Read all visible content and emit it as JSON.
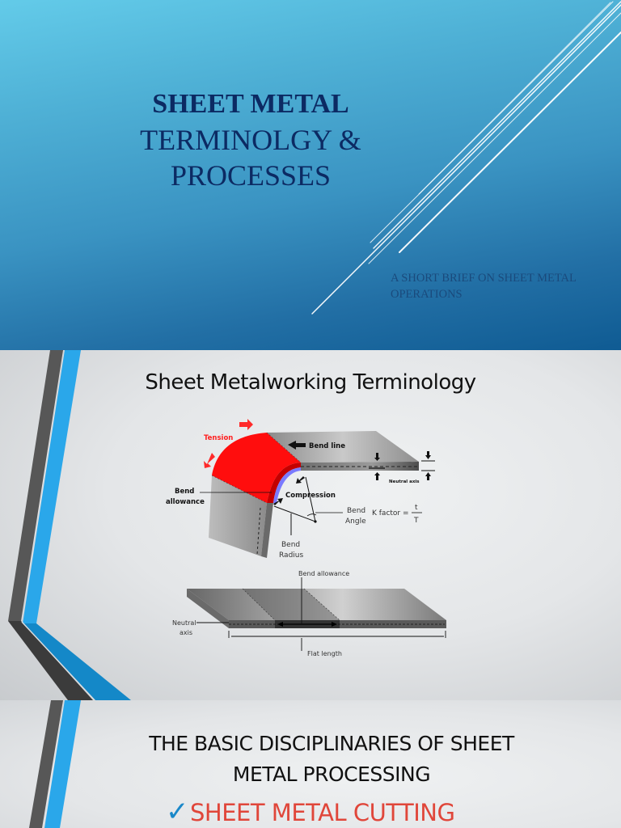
{
  "slides": [
    {
      "title": {
        "line1": "SHEET METAL",
        "line2": "TERMINOLGY &",
        "line3": "PROCESSES"
      },
      "subtitle": {
        "line1": "A SHORT BRIEF ON SHEET METAL",
        "line2": "OPERATIONS"
      }
    },
    {
      "heading": "Sheet Metalworking Terminology",
      "diagram_labels": {
        "tension": "Tension",
        "bend_line": "Bend line",
        "neutral_axis_small": "Neutral axis",
        "bend_allowance_line1": "Bend",
        "bend_allowance_line2": "allowance",
        "compression": "Compression",
        "bend_angle_line1": "Bend",
        "bend_angle_line2": "Angle",
        "k_factor": "K factor =",
        "k_num": "t",
        "k_den": "T",
        "bend_radius_line1": "Bend",
        "bend_radius_line2": "Radius",
        "flat_bend_allowance": "Bend allowance",
        "flat_neutral_line1": "Neutral",
        "flat_neutral_line2": "axis",
        "flat_length": "Flat length"
      }
    },
    {
      "heading_line1": "THE BASIC DISCIPLINARIES OF SHEET",
      "heading_line2": "METAL PROCESSING",
      "bullets": [
        {
          "icon": "check-icon",
          "glyph": "✓",
          "label": "SHEET METAL CUTTING"
        }
      ]
    }
  ],
  "colors": {
    "title_navy": "#0c2a63",
    "accent_blue": "#29a8e8",
    "accent_gray": "#555555",
    "bullet_red": "#e0463a",
    "check_blue": "#1a88c9",
    "tension_red": "#ff0a0a"
  }
}
